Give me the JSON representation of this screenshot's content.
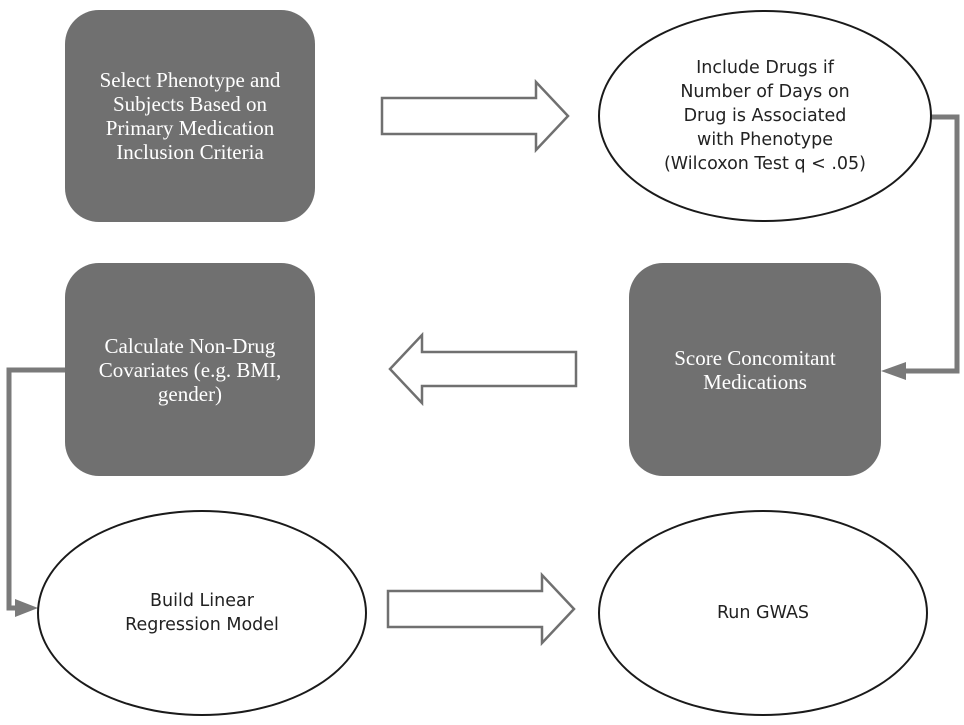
{
  "nodes": {
    "select_phenotype": {
      "label": "Select Phenotype and\nSubjects Based on\nPrimary Medication\nInclusion Criteria"
    },
    "include_drugs": {
      "label": "Include Drugs if\nNumber of Days on\nDrug is Associated\nwith Phenotype\n(Wilcoxon Test q < .05)"
    },
    "score_concomitant": {
      "label": "Score Concomitant\nMedications"
    },
    "calculate_covariates": {
      "label": "Calculate Non-Drug\nCovariates (e.g. BMI,\ngender)"
    },
    "build_model": {
      "label": "Build Linear\nRegression Model"
    },
    "run_gwas": {
      "label": "Run GWAS"
    }
  },
  "colors": {
    "box_fill": "#707070",
    "box_text": "#ffffff",
    "oval_stroke": "#1a1a1a",
    "connector": "#7a7a7a",
    "block_arrow_stroke": "#707070"
  }
}
